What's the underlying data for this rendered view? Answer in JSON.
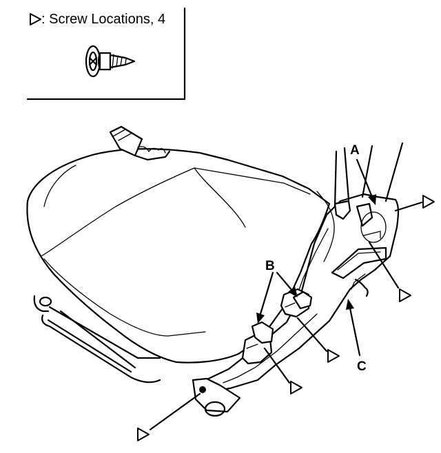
{
  "legend": {
    "symbol": "▷",
    "text": ": Screw Locations, 4"
  },
  "labels": {
    "a": "A",
    "b": "B",
    "c": "C"
  },
  "icons": {
    "legend_symbol": "screw-location-triangle-icon",
    "screw": "screw-icon",
    "location_marker": "screw-location-triangle-icon"
  },
  "colors": {
    "ink": "#000000",
    "paper": "#ffffff"
  }
}
